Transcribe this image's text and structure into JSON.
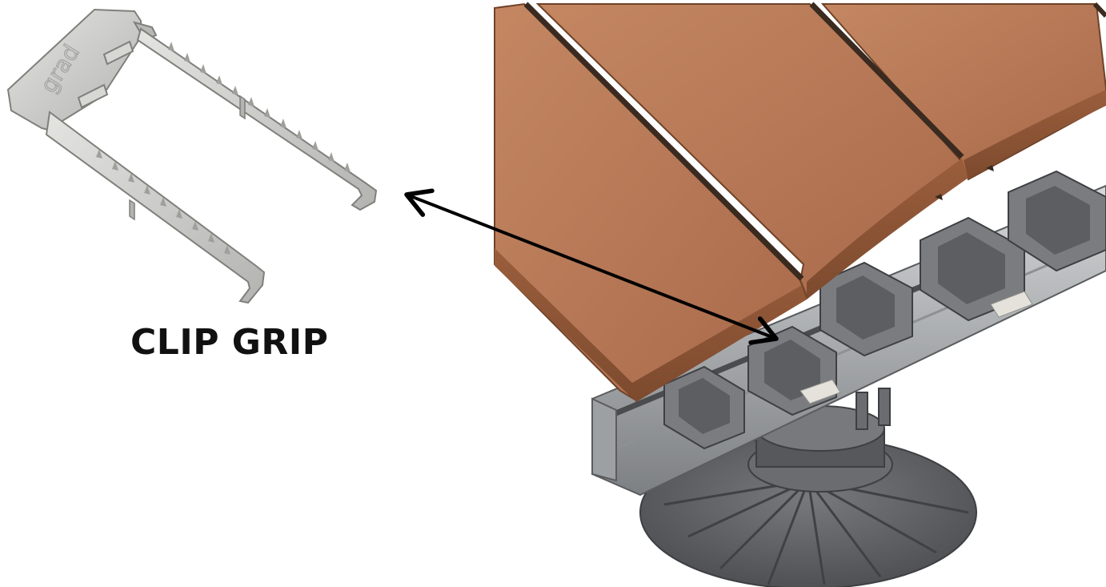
{
  "caption": "CLIP GRIP",
  "clip_engraving": "grad",
  "clip_label_text": "grad",
  "colors": {
    "background": "#ffffff",
    "clip_metal": "#c8c9c6",
    "clip_metal_dark": "#8e8f8b",
    "clip_metal_light": "#e6e6e3",
    "deck_board": "#b87a55",
    "deck_board_dark": "#9a5e3c",
    "deck_board_gap": "#3a2a20",
    "rail_aluminium": "#b9bcbd",
    "rail_dark": "#4a4c4e",
    "clip_plastic": "#6e7073",
    "pedestal": "#5f6164",
    "arrow": "#000000",
    "caption": "#111111"
  },
  "icons": {
    "clip": "stainless-steel-clip-illustration",
    "assembly": "decking-board-rail-pedestal-illustration",
    "arrow": "double-headed-arrow"
  }
}
